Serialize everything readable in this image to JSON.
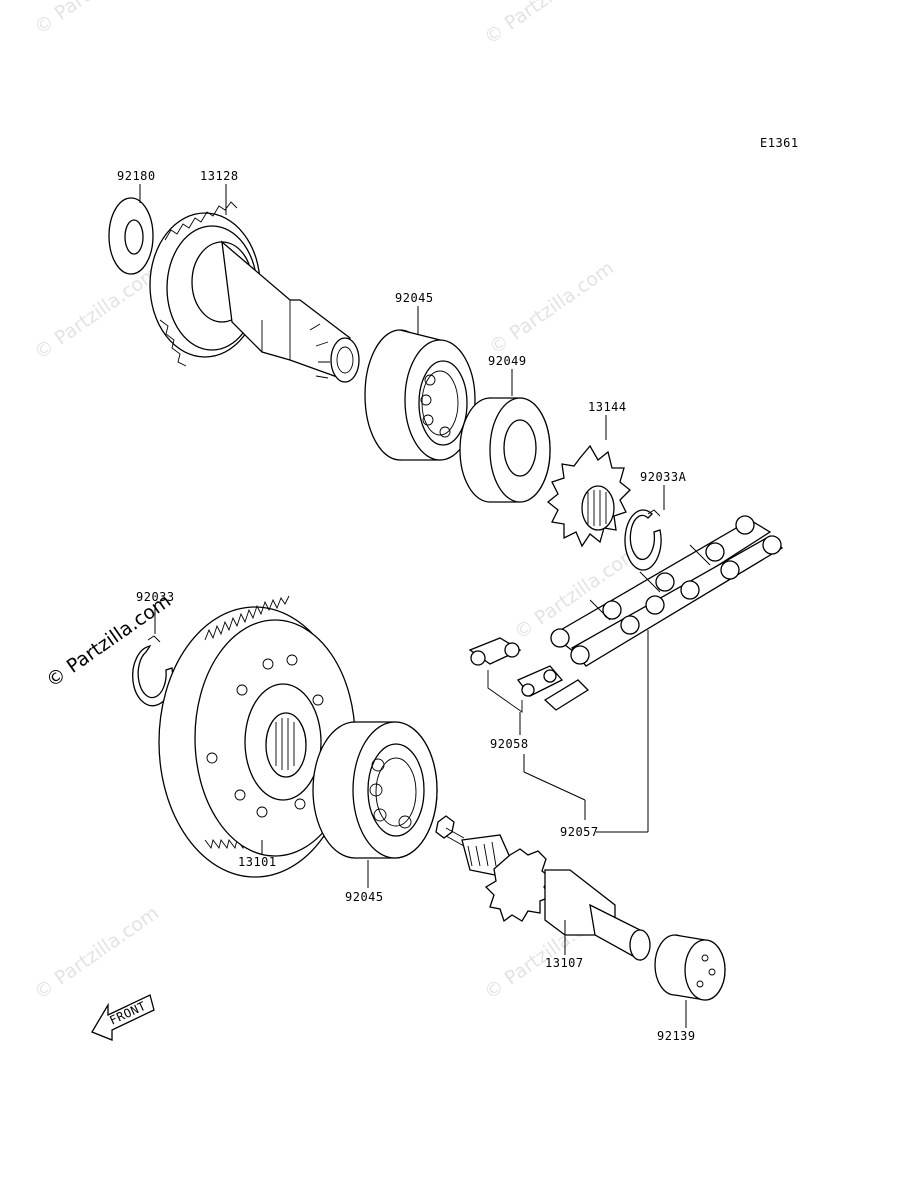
{
  "diagram_code": "E1361",
  "watermark": "Partzilla.com",
  "watermark_symbol": "©",
  "front_label": "FRONT",
  "parts": {
    "p92180": "92180",
    "p13128": "13128",
    "p92045_top": "92045",
    "p92049": "92049",
    "p13144": "13144",
    "p92033A": "92033A",
    "p92033": "92033",
    "p92058": "92058",
    "p92057": "92057",
    "p13101": "13101",
    "p92045_bottom": "92045",
    "p13107": "13107",
    "p92139": "92139"
  }
}
